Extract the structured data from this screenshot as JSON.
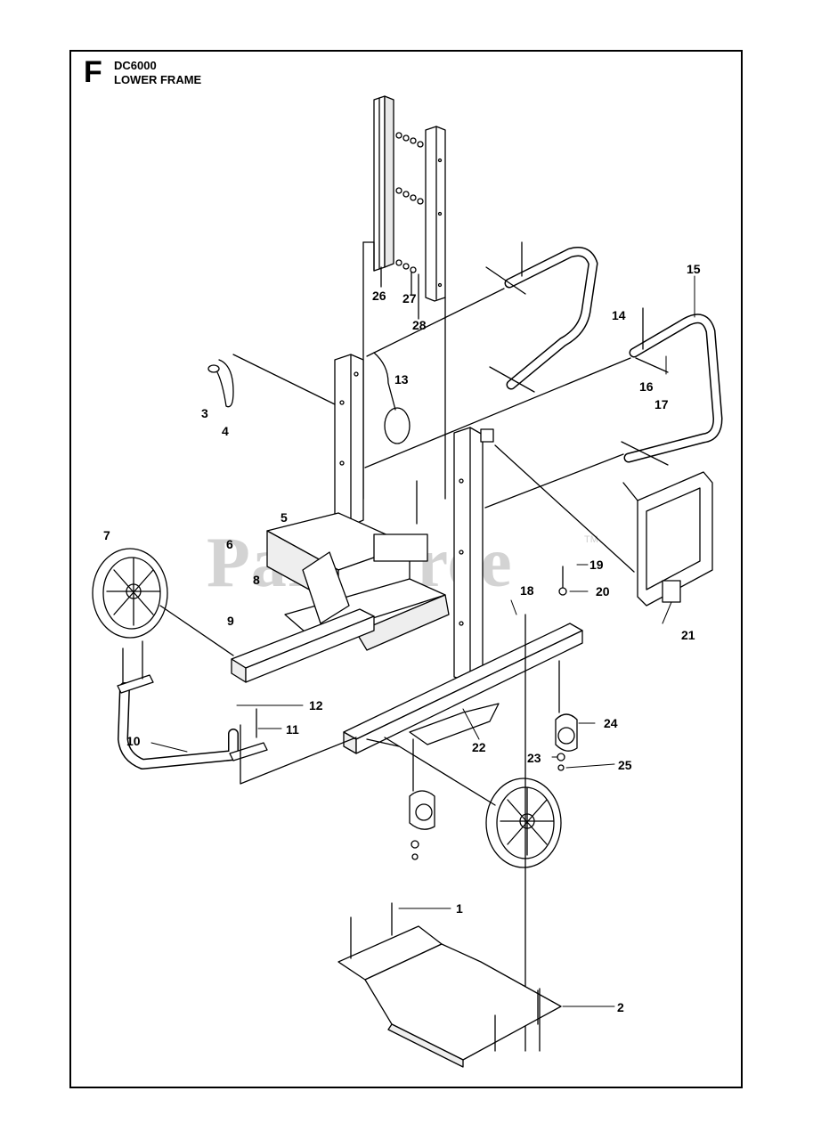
{
  "section": {
    "letter": "F",
    "model": "DC6000",
    "name": "LOWER FRAME"
  },
  "watermark": {
    "text": "PartsTree",
    "tm": "TM"
  },
  "colors": {
    "line": "#000000",
    "watermark": "#d3d3d3",
    "background": "#ffffff"
  },
  "callouts": [
    "1",
    "2",
    "3",
    "4",
    "5",
    "6",
    "7",
    "8",
    "9",
    "10",
    "11",
    "12",
    "13",
    "14",
    "15",
    "16",
    "17",
    "18",
    "19",
    "20",
    "21",
    "22",
    "23",
    "24",
    "25",
    "26",
    "27",
    "28"
  ]
}
